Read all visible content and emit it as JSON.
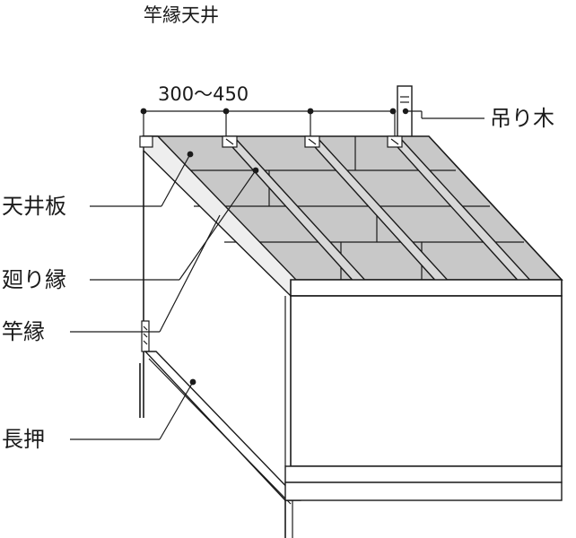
{
  "title": "竿縁天井",
  "spacing_label": "300〜450",
  "labels": {
    "hanger": "吊り木",
    "ceiling_board": "天井板",
    "mawari_buchi": "廻り縁",
    "saobuchi": "竿縁",
    "nageshi": "長押"
  },
  "colors": {
    "board_fill": "#c8c8c8",
    "face_fill": "#ffffff",
    "stroke": "#1a1a1a"
  }
}
